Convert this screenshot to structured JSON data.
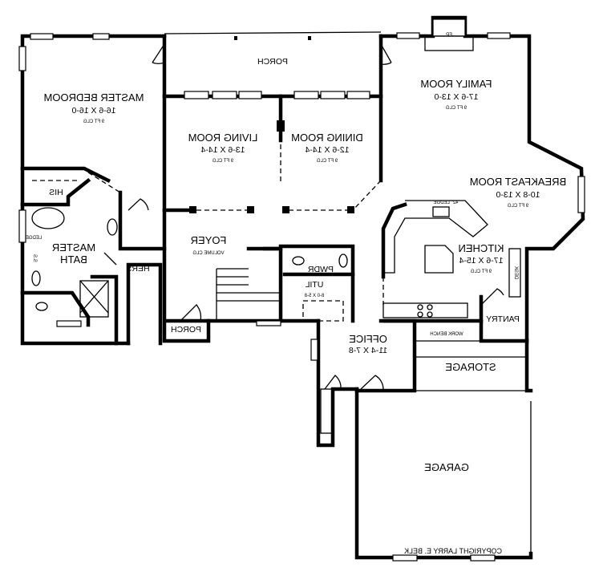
{
  "rooms": {
    "porch_top": {
      "name": "PORCH"
    },
    "master_bedroom": {
      "name": "MASTER BEDROOM",
      "size": "16-6 X 16-0",
      "ceiling": "9 FT CLG"
    },
    "living_room": {
      "name": "LIVING ROOM",
      "size": "13-6 X 14-4",
      "ceiling": "9 FT CLG"
    },
    "dining_room": {
      "name": "DINING ROOM",
      "size": "12-6 X 14-4",
      "ceiling": "9 FT CLG"
    },
    "family_room": {
      "name": "FAMILY ROOM",
      "size": "17-6 X 13-0",
      "ceiling": "9 FT CLG"
    },
    "breakfast_room": {
      "name": "BREAKFAST ROOM",
      "size": "10-8 X 13-0",
      "ceiling": "9 FT CLG"
    },
    "kitchen": {
      "name": "KITCHEN",
      "size": "17-6 X 15-4",
      "ceiling": "9 FT CLG"
    },
    "foyer": {
      "name": "FOYER",
      "ceiling": "VOLUME CLG"
    },
    "master_bath": {
      "name_line1": "MASTER",
      "name_line2": "BATH"
    },
    "his": {
      "name": "HIS"
    },
    "hers": {
      "name": "HERS"
    },
    "pwdr": {
      "name": "PWDR"
    },
    "util": {
      "name": "UTIL",
      "size": "8-0 X 5-8"
    },
    "porch_front": {
      "name": "PORCH"
    },
    "office": {
      "name": "OFFICE",
      "size": "11-4 X 7-8"
    },
    "storage": {
      "name": "STORAGE"
    },
    "garage": {
      "name": "GARAGE"
    },
    "pantry": {
      "name": "PANTRY"
    }
  },
  "fixtures": {
    "fireplace": "FP",
    "ledge_kitchen": "42\" LEDGE",
    "ledge_bath": "LEDGE",
    "desk": "DESK",
    "work_bench": "WORK BENCH",
    "shower_seat": "S.S"
  },
  "copyright": "COPYRIGHT LARRY E. BELK"
}
